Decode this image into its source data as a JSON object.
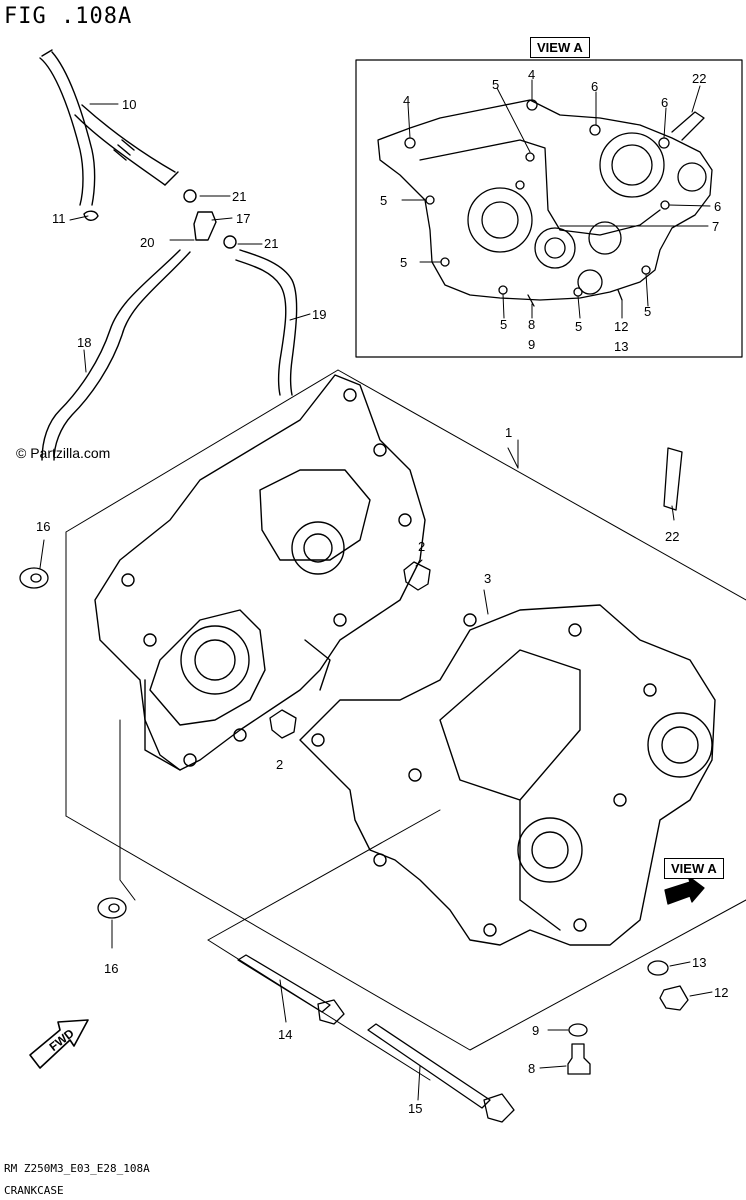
{
  "figure_title": "FIG .108A",
  "watermark": "© Partzilla.com",
  "view_labels": {
    "inset": "VIEW A",
    "main": "VIEW A"
  },
  "inset_callouts": [
    {
      "num": "4"
    },
    {
      "num": "4"
    },
    {
      "num": "5"
    },
    {
      "num": "6"
    },
    {
      "num": "6"
    },
    {
      "num": "22"
    },
    {
      "num": "5"
    },
    {
      "num": "6"
    },
    {
      "num": "7"
    },
    {
      "num": "5"
    },
    {
      "num": "5"
    },
    {
      "num": "8"
    },
    {
      "num": "9"
    },
    {
      "num": "5"
    },
    {
      "num": "12"
    },
    {
      "num": "13"
    },
    {
      "num": "5"
    }
  ],
  "main_callouts": [
    {
      "num": "10"
    },
    {
      "num": "21"
    },
    {
      "num": "11"
    },
    {
      "num": "17"
    },
    {
      "num": "20"
    },
    {
      "num": "21"
    },
    {
      "num": "19"
    },
    {
      "num": "18"
    },
    {
      "num": "1"
    },
    {
      "num": "22"
    },
    {
      "num": "16"
    },
    {
      "num": "2"
    },
    {
      "num": "3"
    },
    {
      "num": "2"
    },
    {
      "num": "16"
    },
    {
      "num": "13"
    },
    {
      "num": "12"
    },
    {
      "num": "14"
    },
    {
      "num": "9"
    },
    {
      "num": "8"
    },
    {
      "num": "15"
    }
  ],
  "fwd_label": "FWD",
  "footer": {
    "code": "RM Z250M3_E03_E28_108A",
    "name": "CRANKCASE"
  }
}
